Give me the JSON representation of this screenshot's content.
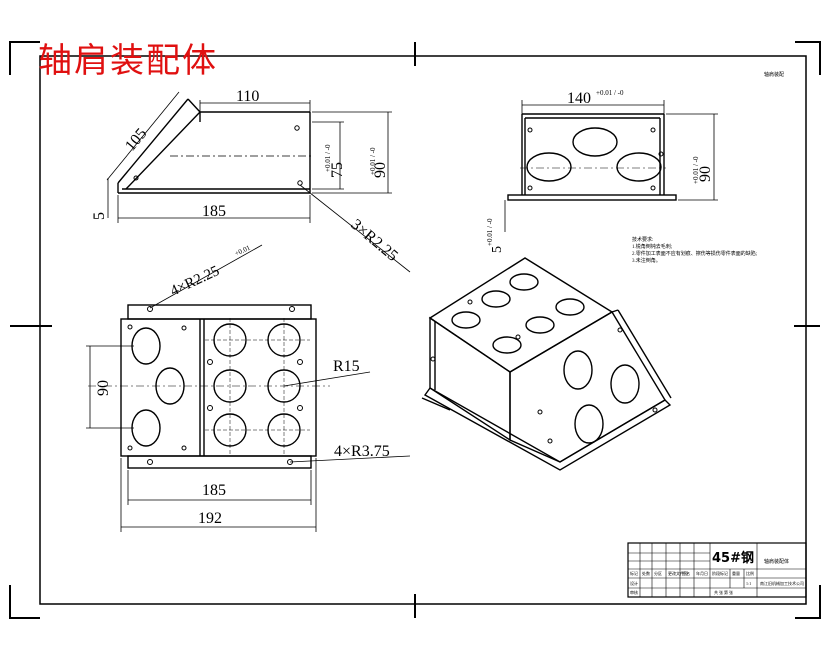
{
  "title": "轴肩装配体",
  "colors": {
    "title": "#e01010",
    "line": "#000000",
    "background": "#ffffff"
  },
  "views": {
    "front_view": {
      "dims": {
        "top_width": "110",
        "slope_length": "105",
        "base_width": "185",
        "left_height": "5",
        "inner_height": "75",
        "inner_tol": "+0.01 / -0",
        "outer_height": "90",
        "outer_tol": "+0.01 / -0",
        "hole_note": "3×R2.25"
      }
    },
    "side_view": {
      "dims": {
        "width": "140",
        "width_tol": "+0.01 / -0",
        "height": "90",
        "height_tol": "+0.01 / -0",
        "thickness": "5",
        "thickness_tol": "+0.01 / -0"
      }
    },
    "top_view": {
      "dims": {
        "holes_top": "4×R2.25",
        "holes_top_tol": "+0.01",
        "pitch": "90",
        "radius": "R15",
        "holes_bottom": "4×R3.75",
        "inner_width": "185",
        "outer_width": "192"
      }
    }
  },
  "title_block": {
    "material": "45#钢"
  }
}
